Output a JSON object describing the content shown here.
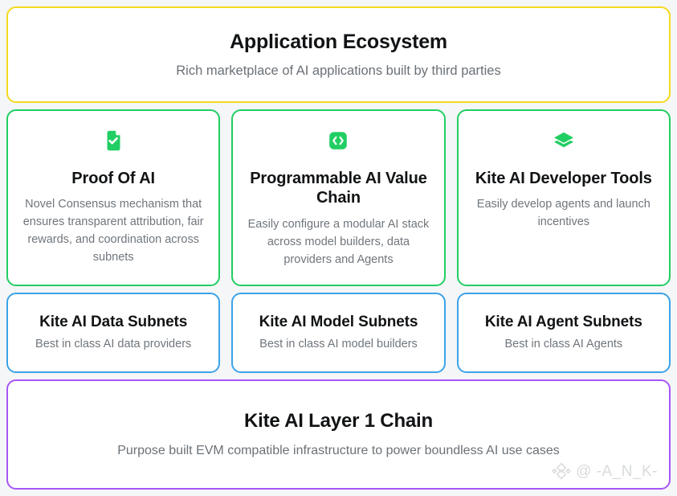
{
  "colors": {
    "background": "#f5f6f7",
    "card_background": "#ffffff",
    "ecosystem_border": "#f5d91e",
    "feature_border": "#21ce63",
    "subnet_border": "#3ba3e8",
    "layer1_border": "#a855f7",
    "icon_green": "#21ce63",
    "heading_text": "#111315",
    "body_text": "#70767c"
  },
  "ecosystem": {
    "title": "Application Ecosystem",
    "subtitle": "Rich marketplace of AI applications built by third parties"
  },
  "features": [
    {
      "icon": "document-check-icon",
      "title": "Proof Of AI",
      "description": "Novel Consensus mechanism that ensures transparent attribution, fair rewards, and coordination across subnets"
    },
    {
      "icon": "code-brackets-icon",
      "title": "Programmable AI Value Chain",
      "description": "Easily configure a modular AI stack across model builders, data providers and Agents"
    },
    {
      "icon": "layers-icon",
      "title": "Kite AI Developer Tools",
      "description": "Easily develop agents and launch incentives"
    }
  ],
  "subnets": [
    {
      "title": "Kite AI Data Subnets",
      "description": "Best in class AI data providers"
    },
    {
      "title": "Kite AI Model Subnets",
      "description": "Best in class AI model builders"
    },
    {
      "title": "Kite AI Agent Subnets",
      "description": "Best in class AI Agents"
    }
  ],
  "layer1": {
    "title": "Kite AI Layer 1 Chain",
    "subtitle": "Purpose built EVM compatible infrastructure to power boundless AI use cases"
  },
  "watermark": {
    "logo": "diamond-logo-icon",
    "text": "@ -A_N_K-"
  }
}
